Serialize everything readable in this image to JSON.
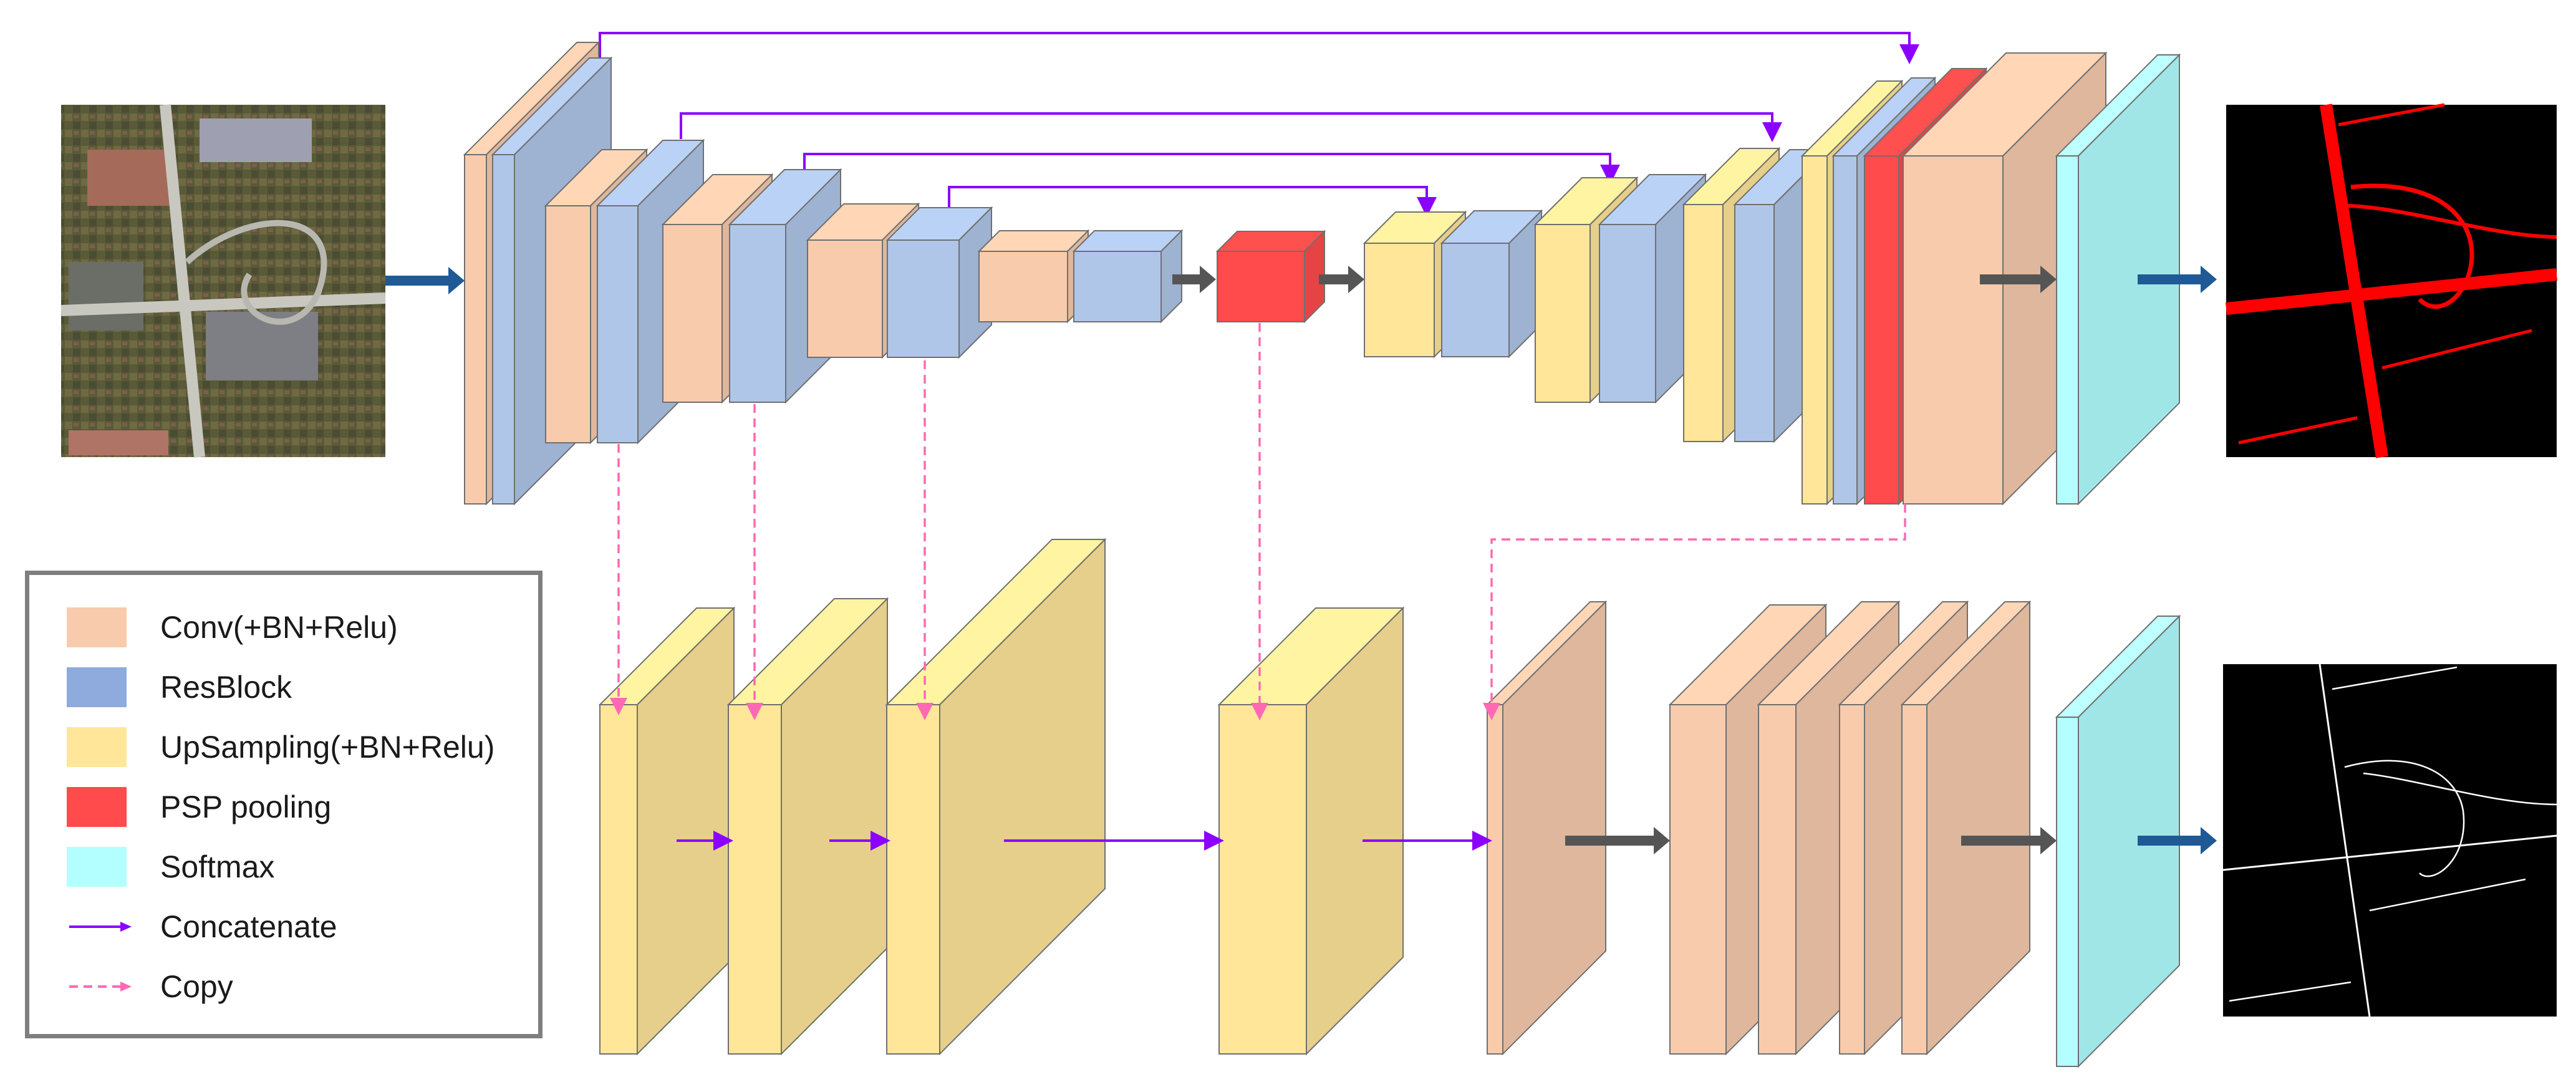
{
  "legend": {
    "items": [
      {
        "kind": "swatch",
        "label": "Conv(+BN+Relu)",
        "color": "#F8CBAD"
      },
      {
        "kind": "swatch",
        "label": "ResBlock",
        "color": "#8FAADC"
      },
      {
        "kind": "swatch",
        "label": "UpSampling(+BN+Relu)",
        "color": "#FFE699"
      },
      {
        "kind": "swatch",
        "label": "PSP pooling",
        "color": "#FF4B4B"
      },
      {
        "kind": "swatch",
        "label": "Softmax",
        "color": "#B3FFFF"
      },
      {
        "kind": "arrow-solid",
        "label": "Concatenate",
        "color": "#8B00FF"
      },
      {
        "kind": "arrow-dashed",
        "label": "Copy",
        "color": "#FF69B4"
      }
    ]
  },
  "colors": {
    "conv": "#F8CBAD",
    "resblock": "#AFC6E8",
    "upsampling": "#FFE699",
    "psp": "#FF4B4B",
    "softmax": "#B3FFFF",
    "concatenate": "#8B00FF",
    "copy": "#FF69B4",
    "flow_arrow": "#555555",
    "io_arrow": "#1F5A96",
    "mask_color": "#FF0000",
    "edge_color": "#FFFFFF"
  },
  "images": {
    "input": "aerial-satellite-image",
    "output_top": "road-segmentation-mask",
    "output_bottom": "road-centerline-mask"
  }
}
